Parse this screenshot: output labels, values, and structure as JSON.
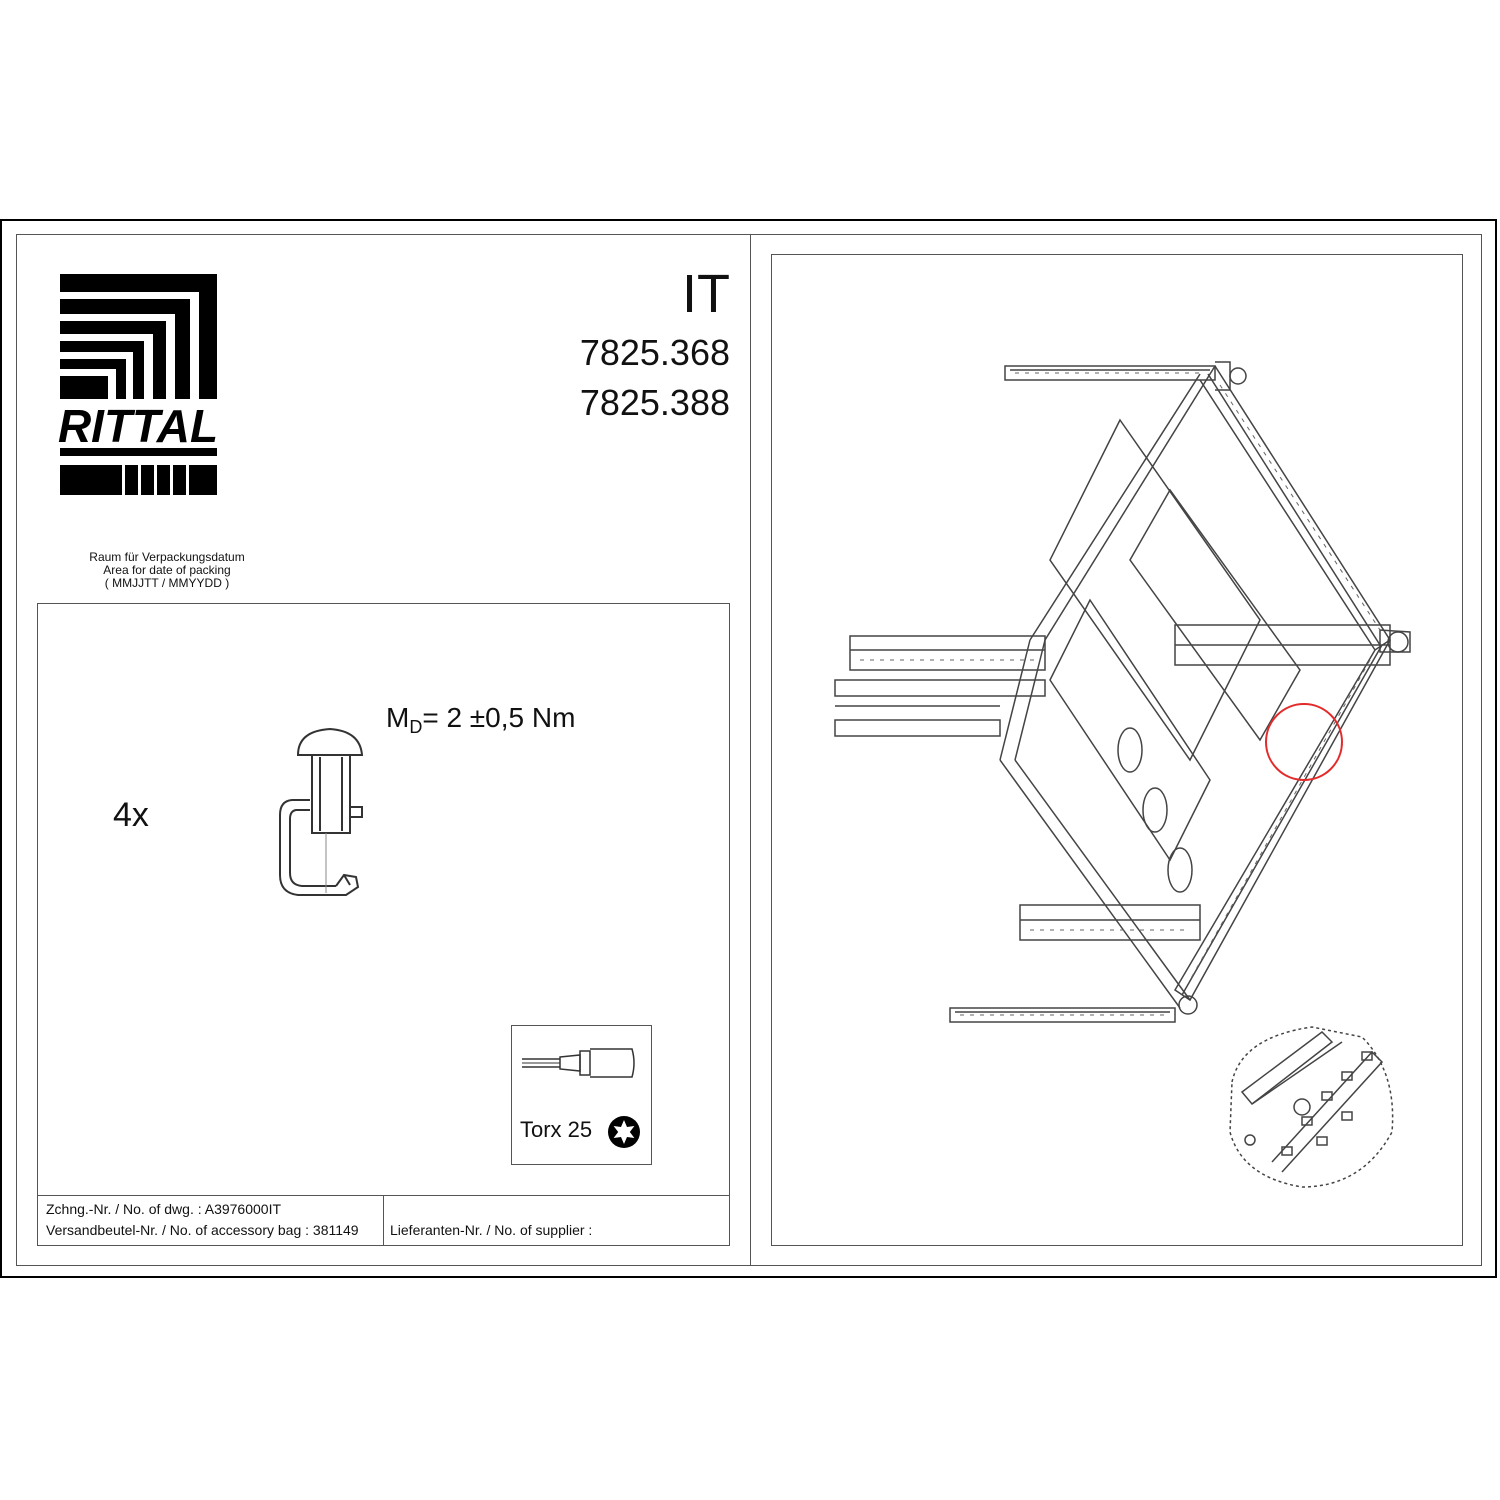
{
  "header": {
    "brand": "RITTAL",
    "product_line": "IT",
    "article_numbers": [
      "7825.368",
      "7825.388"
    ]
  },
  "packing": {
    "line_de": "Raum für Verpackungsdatum",
    "line_en": "Area for date of packing",
    "format": "( MMJJTT / MMYYDD )"
  },
  "parts": {
    "quantity": "4x",
    "torque_symbol": "M",
    "torque_sub": "D",
    "torque_value": "= 2 ±0,5 Nm"
  },
  "tool": {
    "label": "Torx 25",
    "icon": "torx-star-icon"
  },
  "footer": {
    "drawing_no": "Zchng.-Nr. / No. of dwg. : A3976000IT",
    "bag_no": "Versandbeutel-Nr. / No. of accessory bag : 381149",
    "supplier_no": "Lieferanten-Nr. / No. of supplier :"
  },
  "colors": {
    "highlight": "#e32b2b",
    "line": "#444444"
  }
}
